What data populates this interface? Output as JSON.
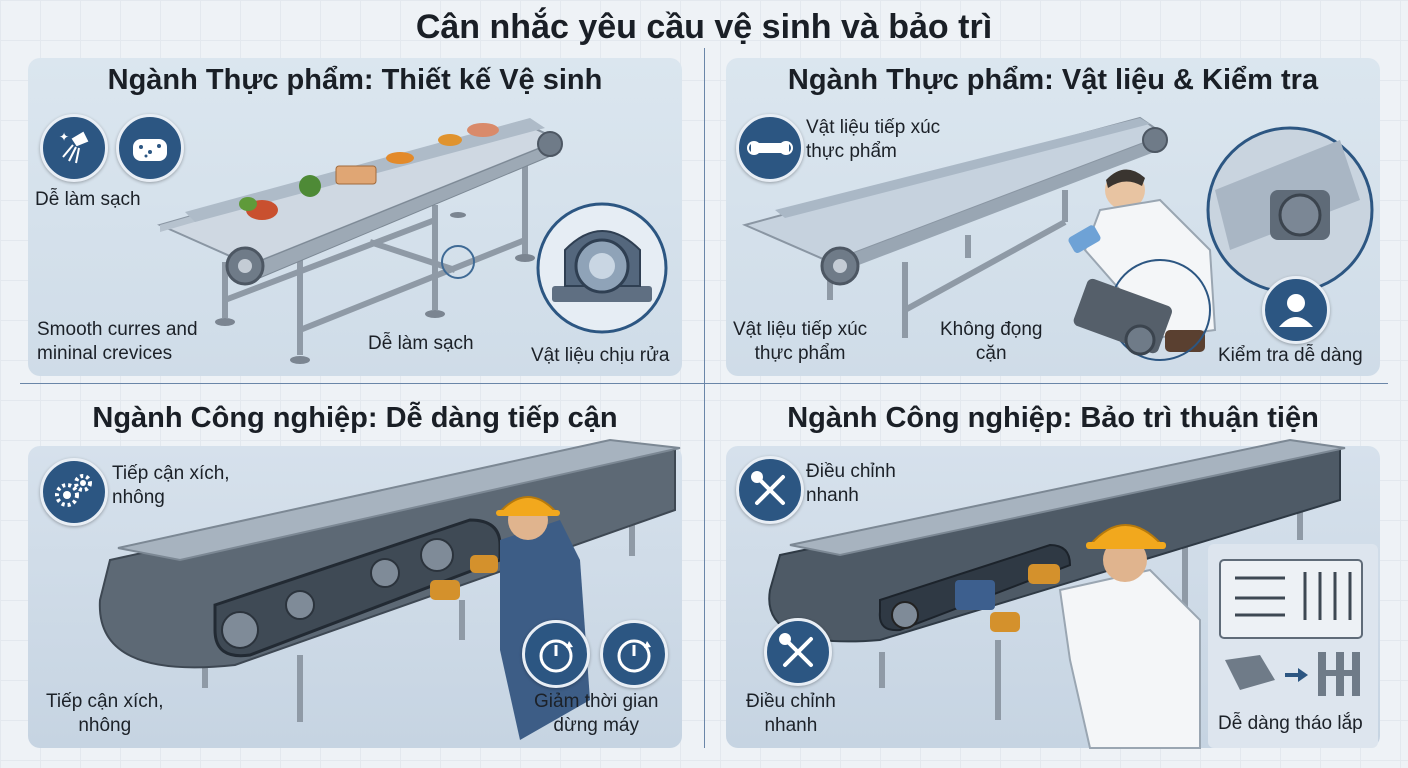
{
  "title": "Cân nhắc yêu cầu vệ sinh và bảo trì",
  "panels": {
    "food_hygiene": {
      "title": "Ngành Thực phẩm: Thiết kế Vệ sinh",
      "icon_label": "Dễ làm sạch",
      "label_smooth": "Smooth curres and\nmininal crevices",
      "label_clean": "Dễ làm sạch",
      "label_washdown": "Vật liệu chịu rửa",
      "icons": [
        "spray-icon",
        "sponge-icon",
        "bearing-icon"
      ]
    },
    "food_material": {
      "title": "Ngành Thực phẩm: Vật liệu & Kiểm tra",
      "icon_label": "Vật liệu tiếp xúc\nthực phẩm",
      "label_contact": "Vật liệu tiếp xúc\nthực phẩm",
      "label_no_residue": "Không đọng\ncặn",
      "label_inspect": "Kiểm tra dễ dàng",
      "icons": [
        "belt-material-icon",
        "inspector-icon"
      ]
    },
    "industry_access": {
      "title": "Ngành Công nghiệp: Dễ dàng tiếp cận",
      "icon_label": "Tiếp cận xích,\nnhông",
      "label_chain": "Tiếp cận xích,\nnhông",
      "label_downtime": "Giảm thời gian\ndừng máy",
      "icons": [
        "gears-icon",
        "timer-icon",
        "timer-icon"
      ]
    },
    "industry_maint": {
      "title": "Ngành Công nghiệp: Bảo trì thuận tiện",
      "icon_label": "Điều chỉnh\nnhanh",
      "label_adjust": "Điều chỉnh\nnhanh",
      "label_assembly": "Dễ dàng tháo lắp",
      "icons": [
        "wrench-screwdriver-icon",
        "wrench-screwdriver-icon",
        "tool-board-icon"
      ]
    }
  },
  "colors": {
    "accent": "#2c5682",
    "panel_bg": "#d6e1ec",
    "hard_hat": "#f2a81d",
    "steel": "#9aa7b4"
  }
}
